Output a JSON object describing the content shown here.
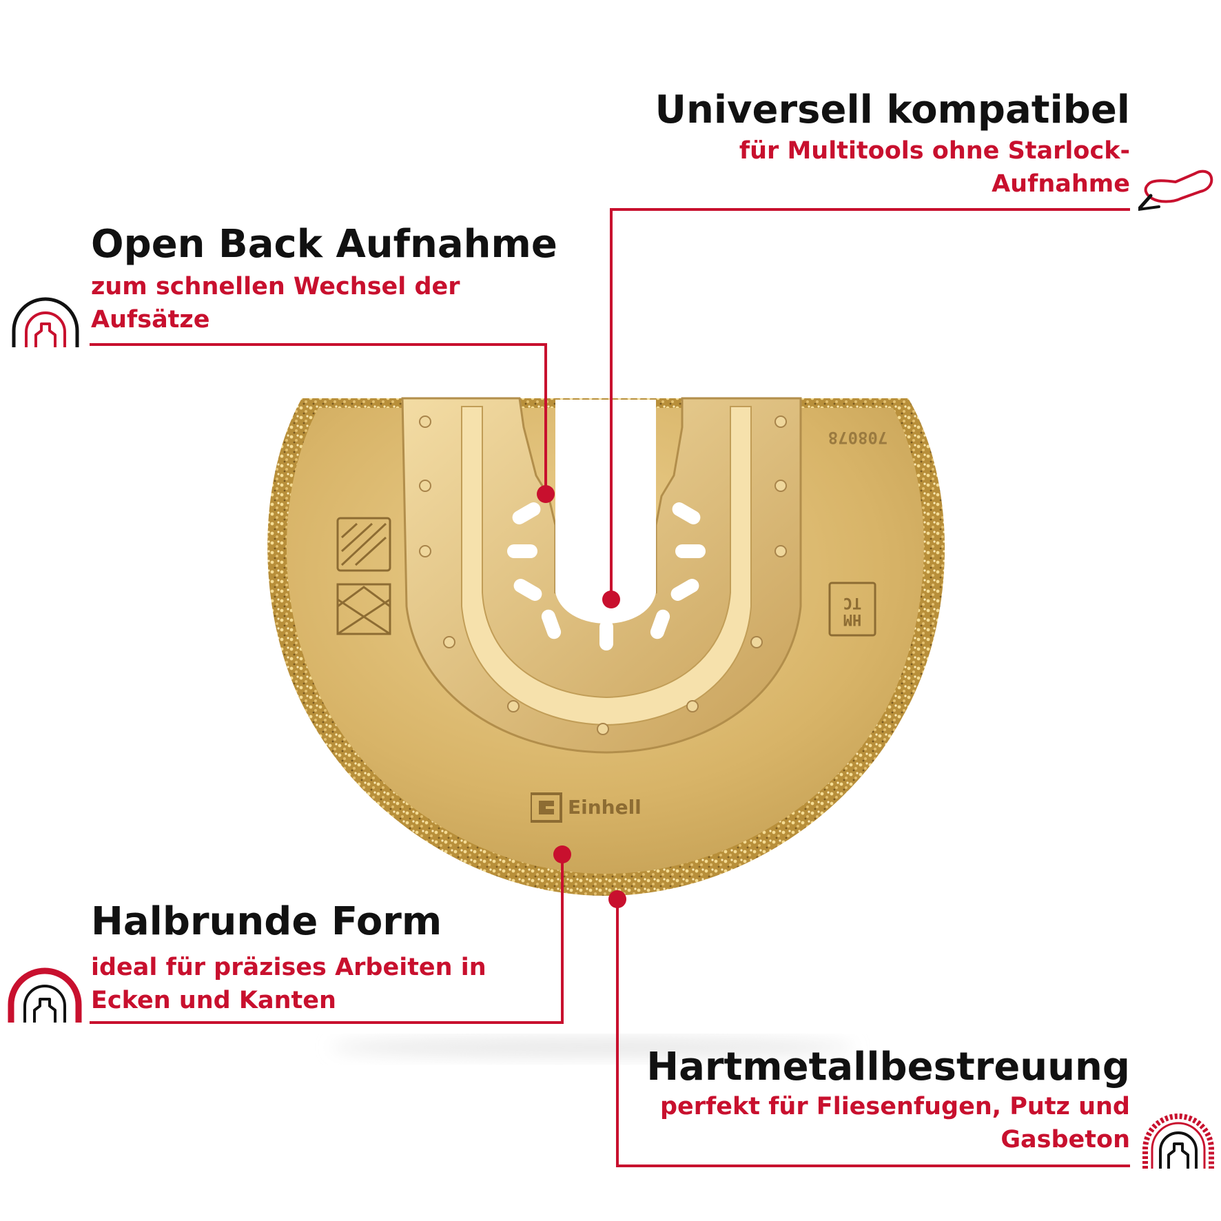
{
  "colors": {
    "accent_red": "#c8102e",
    "heading": "#111111",
    "blade_gold": "#d8b468"
  },
  "features": [
    {
      "title": "Universell kompatibel",
      "subtitle_lines": [
        "für Multitools ohne Starlock-",
        "Aufnahme"
      ],
      "icon": "multitool-icon"
    },
    {
      "title": "Open Back Aufnahme",
      "subtitle_lines": [
        "zum schnellen Wechsel der",
        "Aufsätze"
      ],
      "icon": "open-back-mount-icon"
    },
    {
      "title": "Halbrunde Form",
      "subtitle_lines": [
        "ideal für präzises Arbeiten in",
        "Ecken und Kanten"
      ],
      "icon": "half-round-blade-icon"
    },
    {
      "title": "Hartmetallbestreuung",
      "subtitle_lines": [
        "perfekt für Fliesenfugen, Putz und",
        "Gasbeton"
      ],
      "icon": "carbide-grit-blade-icon"
    }
  ],
  "product": {
    "brand_mark": "Einhell",
    "part_number": "708078",
    "material_mark": "HM TC"
  }
}
